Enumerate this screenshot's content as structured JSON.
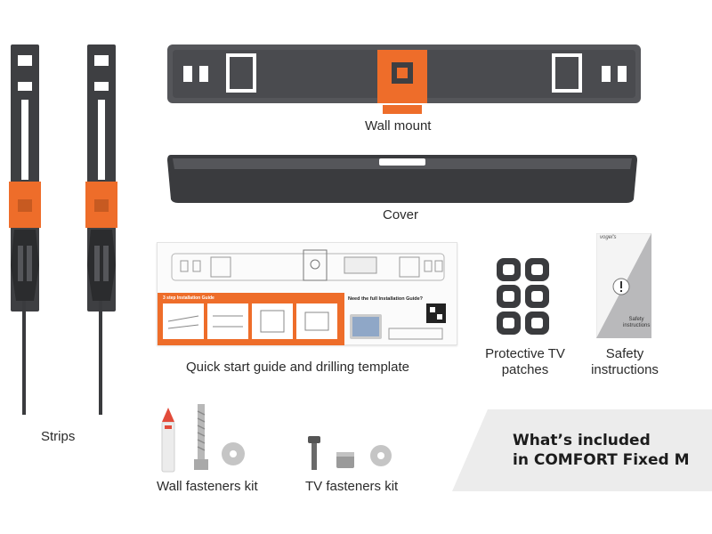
{
  "labels": {
    "strips": "Strips",
    "wall_mount": "Wall mount",
    "cover": "Cover",
    "guide": "Quick start guide and drilling template",
    "patches_line1": "Protective TV",
    "patches_line2": "patches",
    "safety_line1": "Safety",
    "safety_line2": "instructions",
    "wall_fasteners": "Wall fasteners kit",
    "tv_fasteners": "TV fasteners kit"
  },
  "banner": {
    "line1": "What’s included",
    "line2": "in COMFORT Fixed M"
  },
  "guide_sheet": {
    "step_title": "3 step Installation Guide",
    "need_title": "Need the full Installation Guide?"
  },
  "safety_card": {
    "brand": "vogel's",
    "line1": "Safety",
    "line2": "instructions"
  },
  "colors": {
    "accent_orange": "#ee6d2a",
    "dark_gray": "#3e3f42",
    "mid_gray": "#5a5b5f",
    "banner_bg": "#ececec"
  }
}
